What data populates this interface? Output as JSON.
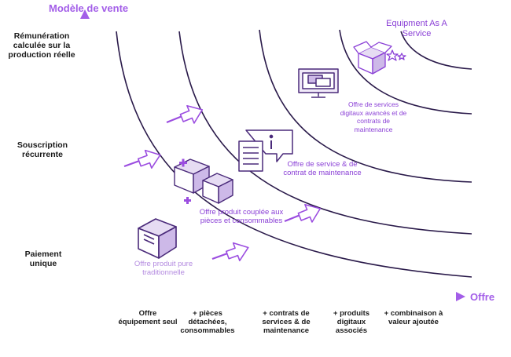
{
  "axes": {
    "y_title": "Modèle de vente",
    "x_title": "Offre",
    "y_levels": [
      "Rémunération calculée sur la production réelle",
      "Souscription récurrente",
      "Paiement unique"
    ],
    "x_levels": [
      "Offre équipement seul",
      "+ pièces détachées, consommables",
      "+ contrats de services & de maintenance",
      "+ produits digitaux associés",
      "+ combinaison à valeur ajoutée"
    ]
  },
  "offers": [
    {
      "label": "Offre produit pure traditionnelle",
      "icon": "box-icon"
    },
    {
      "label": "Offre produit couplée aux pièces et consommables",
      "icon": "boxes-plus-icon"
    },
    {
      "label": "Offre de service & de contrat de maintenance",
      "icon": "document-info-icon"
    },
    {
      "label": "Offre de services digitaux avancés et de contrats de maintenance",
      "icon": "monitor-icon"
    },
    {
      "label": "Equipment As A Service",
      "icon": "box-stars-icon"
    }
  ],
  "colors": {
    "axis": "#8a2be2",
    "arc": "#2a1a4a",
    "accent": "#9b4de0",
    "light": "#b48be0"
  }
}
